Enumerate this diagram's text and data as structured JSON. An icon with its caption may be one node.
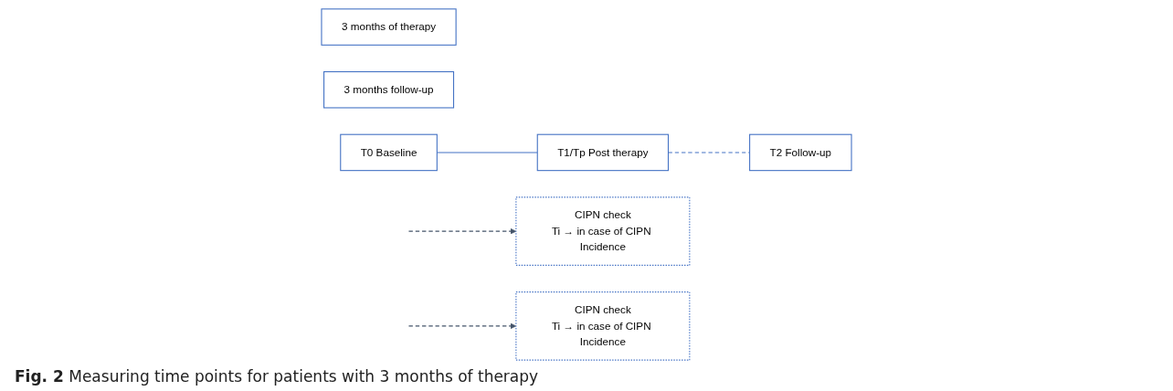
{
  "diagram": {
    "caption": "**Fig. 2** Measuring time points for patients with 3 months of therapy",
    "nodes": [
      {
        "text": [
          "3 months of therapy"
        ]
      },
      {
        "text": [
          "3 months follow-up"
        ]
      },
      {
        "text": [
          "T0 Baseline"
        ]
      },
      {
        "text": [
          "T1/Tp Post therapy"
        ]
      },
      {
        "text": [
          "T2 Follow-up"
        ]
      },
      {
        "text": [
          "CIPN check",
          "Ti → in case of CIPN Incidence"
        ]
      },
      {
        "text": [
          "CIPN check",
          "Ti → in case of CIPN Incidence"
        ]
      }
    ],
    "edges": [
      {
        "from": 2,
        "to": 3,
        "arrow": "none"
      },
      {
        "from": 3,
        "to": 4,
        "arrow": "none",
        "style": "dashed"
      },
      {
        "from": null,
        "to": 5,
        "arrow": "to",
        "style": "dashed",
        "color": "#44546a"
      },
      {
        "from": null,
        "to": 6,
        "arrow": "to",
        "style": "dashed",
        "color": "#44546a"
      }
    ]
  }
}
